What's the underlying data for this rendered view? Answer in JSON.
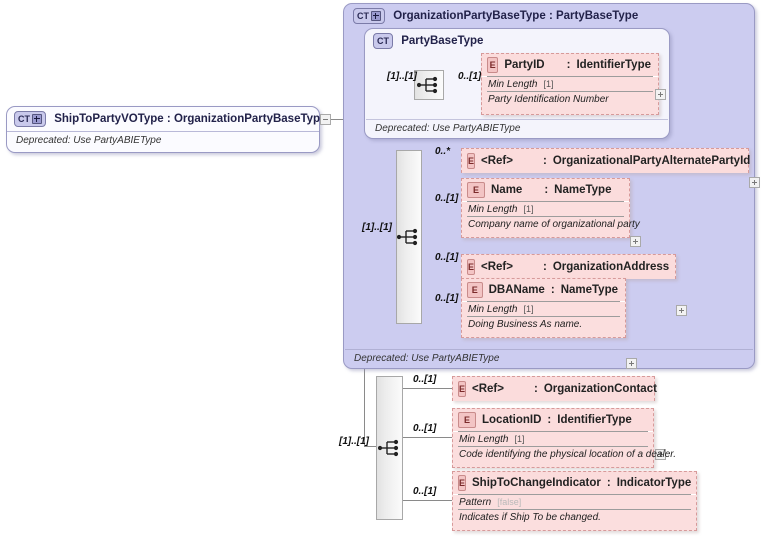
{
  "diagram": {
    "kind": "xsd-complex-type-diagram",
    "root_type": {
      "badge": "CT",
      "badge_icon": "ct-plus-badge",
      "name": "ShipToPartyVOType",
      "separator": ":",
      "base": "OrganizationPartyBaseType",
      "annotation": "Deprecated: Use PartyABIEType",
      "toggle": "minus-toggle"
    },
    "base_type": {
      "badge": "CT",
      "badge_icon": "ct-plus-badge",
      "name": "OrganizationPartyBaseType",
      "separator": ":",
      "base": "PartyBaseType",
      "annotation": "Deprecated: Use PartyABIEType"
    },
    "inner_type": {
      "badge": "CT",
      "badge_icon": "ct-badge",
      "name": "PartyBaseType",
      "annotation": "Deprecated: Use PartyABIEType"
    },
    "compositors": [
      {
        "id": "seq-partybasetype",
        "icon": "sequence-icon",
        "cardinality": "[1]..[1]"
      },
      {
        "id": "seq-organizationparty",
        "icon": "sequence-icon",
        "cardinality": "[1]..[1]"
      },
      {
        "id": "seq-shiptoparty",
        "icon": "sequence-icon",
        "cardinality": "[1]..[1]"
      }
    ],
    "elements": [
      {
        "id": "partyid",
        "group": "seq-partybasetype",
        "badge": "E",
        "name": "PartyID",
        "separator": ":",
        "type": "IdentifierType",
        "cardinality": "0..[1]",
        "facet_label": "Min Length",
        "facet_value": "[1]",
        "documentation": "Party Identification Number",
        "expander": "plus-toggle"
      },
      {
        "id": "ref-alternatepartyid",
        "group": "seq-organizationparty",
        "badge": "E",
        "name": "<Ref>",
        "separator": ":",
        "type": "OrganizationalPartyAlternatePartyId",
        "cardinality": "0..*",
        "expander": "plus-toggle"
      },
      {
        "id": "name",
        "group": "seq-organizationparty",
        "badge": "E",
        "name": "Name",
        "separator": ":",
        "type": "NameType",
        "cardinality": "0..[1]",
        "facet_label": "Min Length",
        "facet_value": "[1]",
        "documentation": "Company name of organizational party",
        "expander": "plus-toggle"
      },
      {
        "id": "ref-organizationaddress",
        "group": "seq-organizationparty",
        "badge": "E",
        "name": "<Ref>",
        "separator": ":",
        "type": "OrganizationAddress",
        "cardinality": "0..[1]",
        "expander": "plus-toggle"
      },
      {
        "id": "dbaname",
        "group": "seq-organizationparty",
        "badge": "E",
        "name": "DBAName",
        "separator": ":",
        "type": "NameType",
        "cardinality": "0..[1]",
        "facet_label": "Min Length",
        "facet_value": "[1]",
        "documentation": "Doing Business As name.",
        "expander": "plus-toggle"
      },
      {
        "id": "ref-organizationcontact",
        "group": "seq-shiptoparty",
        "badge": "E",
        "name": "<Ref>",
        "separator": ":",
        "type": "OrganizationContact",
        "cardinality": "0..[1]",
        "expander": "plus-toggle"
      },
      {
        "id": "locationid",
        "group": "seq-shiptoparty",
        "badge": "E",
        "name": "LocationID",
        "separator": ":",
        "type": "IdentifierType",
        "cardinality": "0..[1]",
        "facet_label": "Min Length",
        "facet_value": "[1]",
        "documentation": "Code identifying the physical location of a dealer.",
        "expander": "plus-toggle"
      },
      {
        "id": "shiptochangeindicator",
        "group": "seq-shiptoparty",
        "badge": "E",
        "name": "ShipToChangeIndicator",
        "separator": ":",
        "type": "IndicatorType",
        "cardinality": "0..[1]",
        "facet_label": "Pattern",
        "facet_value": "[false]",
        "documentation": "Indicates if Ship To be changed.",
        "expander": "plus-toggle"
      }
    ],
    "colors": {
      "container_fill": "#ccccf0",
      "container_border": "#9a9ac4",
      "element_fill": "#fbdede",
      "element_border": "#d79a9a",
      "badge_fill": "#c9c9ec",
      "element_badge_fill": "#f3c4c4",
      "line": "#8a8a8a",
      "background": "#ffffff"
    }
  }
}
